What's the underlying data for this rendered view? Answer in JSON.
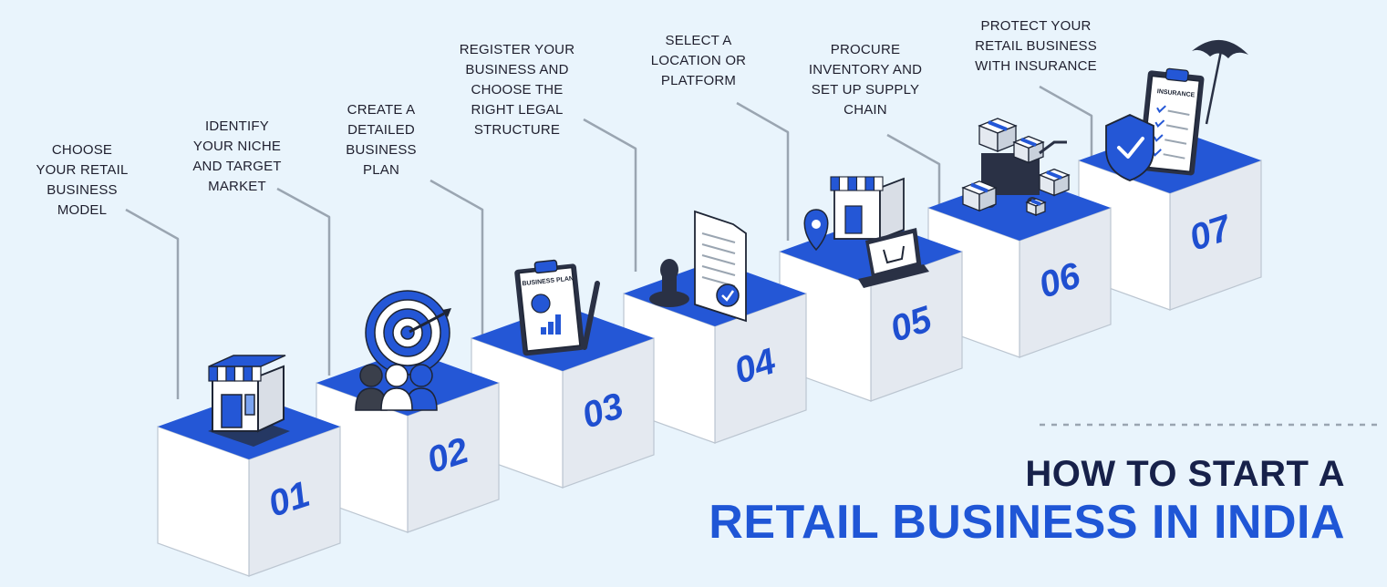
{
  "heading": {
    "line1": "HOW TO START A",
    "line2": "RETAIL BUSINESS IN INDIA"
  },
  "steps": [
    {
      "number": "01",
      "lines": [
        "CHOOSE",
        "YOUR RETAIL",
        "BUSINESS",
        "MODEL"
      ],
      "icon": "storefront-icon"
    },
    {
      "number": "02",
      "lines": [
        "IDENTIFY",
        "YOUR NICHE",
        "AND TARGET",
        "MARKET"
      ],
      "icon": "target-audience-icon"
    },
    {
      "number": "03",
      "lines": [
        "CREATE A",
        "DETAILED",
        "BUSINESS",
        "PLAN"
      ],
      "icon": "business-plan-clipboard-icon",
      "icon_text": "BUSINESS PLAN"
    },
    {
      "number": "04",
      "lines": [
        "REGISTER YOUR",
        "BUSINESS AND",
        "CHOOSE THE",
        "RIGHT LEGAL",
        "STRUCTURE"
      ],
      "icon": "stamp-document-icon"
    },
    {
      "number": "05",
      "lines": [
        "SELECT A",
        "LOCATION OR",
        "PLATFORM"
      ],
      "icon": "store-location-laptop-icon"
    },
    {
      "number": "06",
      "lines": [
        "PROCURE",
        "INVENTORY AND",
        "SET UP SUPPLY",
        "CHAIN"
      ],
      "icon": "cart-boxes-icon"
    },
    {
      "number": "07",
      "lines": [
        "PROTECT YOUR",
        "RETAIL BUSINESS",
        "WITH INSURANCE"
      ],
      "icon": "insurance-shield-umbrella-icon",
      "icon_text": "INSURANCE"
    }
  ],
  "colors": {
    "accent": "#2457d6",
    "accent_dark": "#1b3fae",
    "navy": "#17214a",
    "background": "#e9f4fc",
    "box_face": "#ffffff",
    "box_side": "#e4e9f0",
    "connector": "#9aa5b1"
  }
}
